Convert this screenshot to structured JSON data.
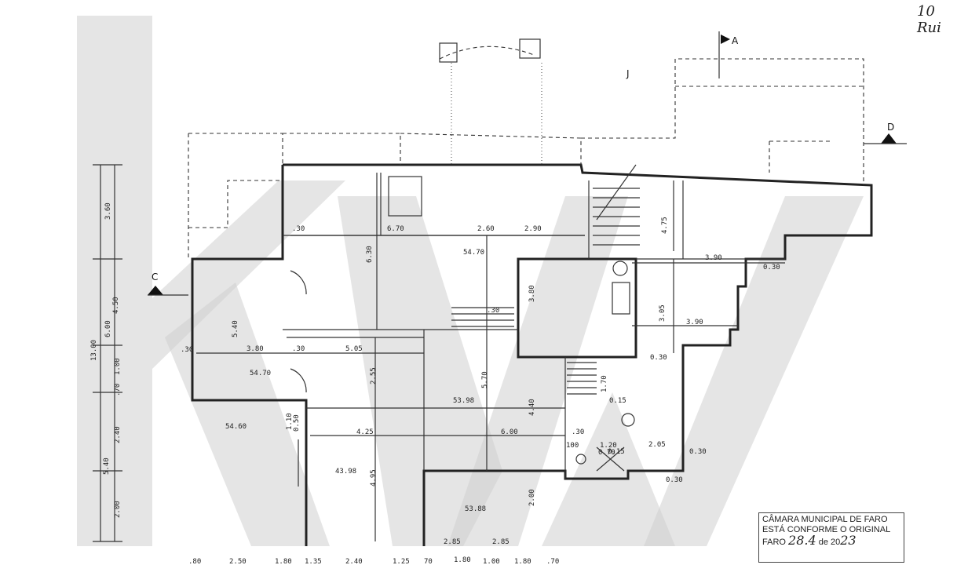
{
  "sections": {
    "a": "A",
    "c": "C",
    "d": "D",
    "j": "J"
  },
  "areas": {
    "area1": "54.70",
    "area2": "54.70",
    "area3": "54.60",
    "area4": "53.98",
    "area5": "43.98",
    "area6": "53.88"
  },
  "dims": {
    "d_630": "6.30",
    "d_670": "6.70",
    "d_260": "2.60",
    "d_290": "2.90",
    "d_475": "4.75",
    "d_390a": "3.90",
    "d_390b": "3.90",
    "d_380a": "3.80",
    "d_380b": "3.80",
    "d_505": "5.05",
    "d_540": "5.40",
    "d_255": "2.55",
    "d_570": "5.70",
    "d_440": "4.40",
    "d_425": "4.25",
    "d_600": "6.00",
    "d_495": "4.95",
    "d_200": "2.00",
    "d_305": "3.05",
    "d_170": "1.70",
    "d_205": "2.05",
    "d_030a": "0.30",
    "d_030b": "0.30",
    "d_030c": "0.30",
    "d_030d": "0.30",
    "d_015a": "0.15",
    "d_015b": "0.15",
    "d_110": "1.10",
    "d_050": "0.50",
    "d_100": "100",
    "d_120": "1.20",
    "d_070": "0.70",
    "d_285a": "2.85",
    "d_285b": "2.85",
    "d_30a": ".30",
    "d_30b": ".30",
    "d_30c": ".30",
    "d_30d": ".30",
    "d_30e": ".30",
    "d_1300": "13.00",
    "d_360": "3.60",
    "d_450": "4.50",
    "d_600v": "6.00",
    "d_540v": "5.40",
    "d_240v": "2.40",
    "d_200v": "2.00",
    "d_100v": "1.00",
    "d_70v": ".70",
    "b_80": ".80",
    "b_250": "2.50",
    "b_180a": "1.80",
    "b_135": "1.35",
    "b_240": "2.40",
    "b_125": "1.25",
    "b_70a": "70",
    "b_180b": "1.80",
    "b_100": "1.00",
    "b_180c": "1.80",
    "b_70b": ".70"
  },
  "stamp": {
    "line1": "CÂMARA MUNICIPAL DE FARO",
    "line2": "ESTÁ CONFORME O ORIGINAL",
    "faro": "FARO",
    "date": "28.4",
    "de": "de 20",
    "year": "23"
  },
  "signature": "10 Rui",
  "watermark": "KW"
}
